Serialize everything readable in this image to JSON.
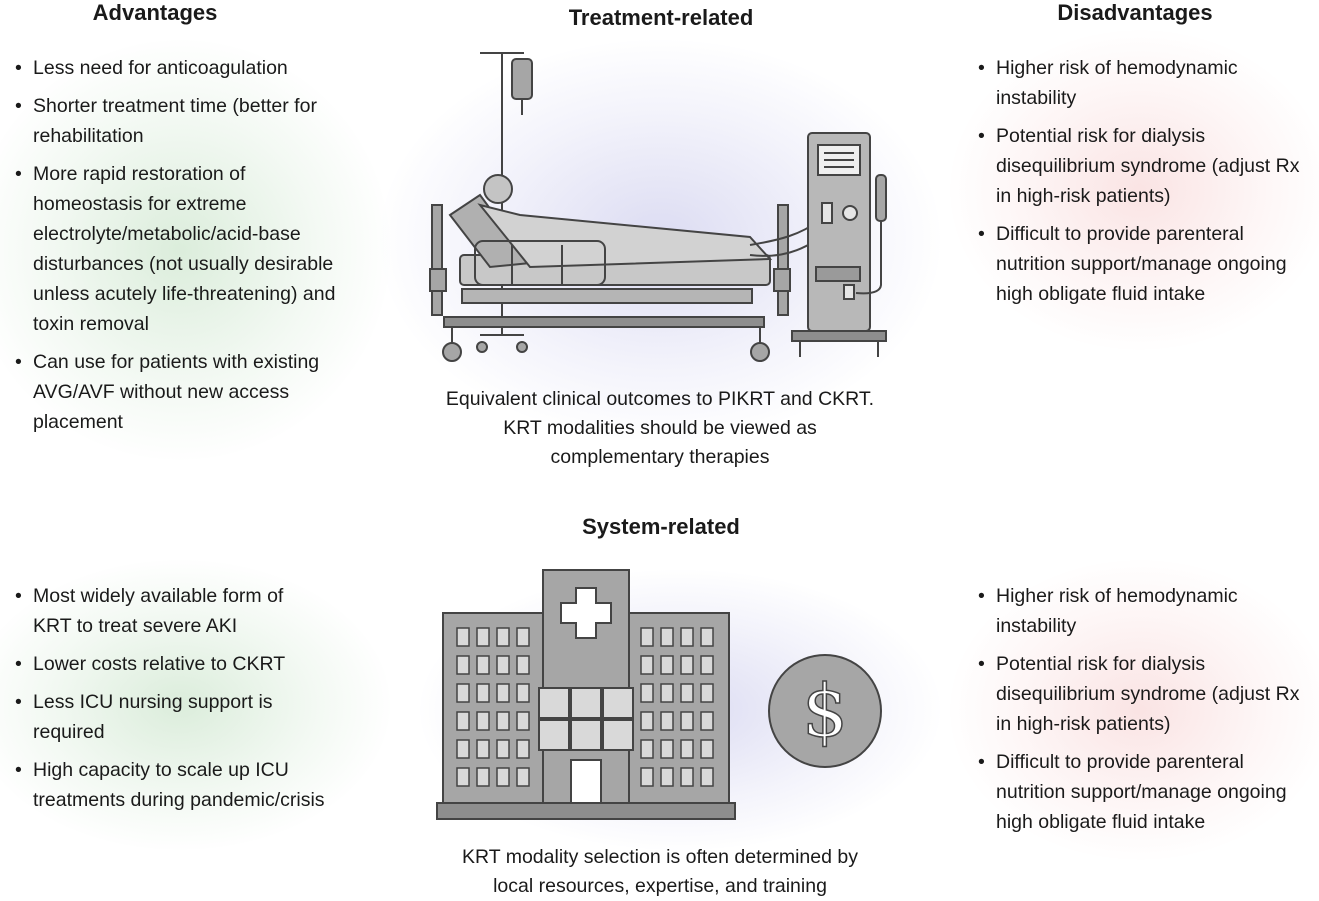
{
  "treatment": {
    "advantages_heading": "Advantages",
    "center_heading": "Treatment-related",
    "disadvantages_heading": "Disadvantages",
    "advantages": [
      "Less need for anticoagulation",
      "Shorter treatment time (better for rehabilitation",
      "More rapid restoration of homeostasis for extreme electrolyte/metabolic/acid-base disturbances (not usually desirable unless acutely life-threatening) and toxin removal",
      "Can use for patients with existing AVG/AVF without new access placement"
    ],
    "disadvantages": [
      "Higher risk of hemodynamic instability",
      "Potential risk for dialysis disequilibrium syndrome (adjust Rx in high-risk patients)",
      "Difficult to provide parenteral nutrition support/manage ongoing high obligate fluid intake"
    ],
    "caption": "Equivalent clinical outcomes to PIKRT and CKRT. KRT modalities should be viewed as complementary therapies"
  },
  "system": {
    "center_heading": "System-related",
    "advantages": [
      "Most widely available form of KRT to treat severe AKI",
      "Lower costs relative to CKRT",
      "Less ICU nursing support is required",
      "High capacity to scale up ICU treatments during pandemic/crisis"
    ],
    "disadvantages": [
      "Higher risk of hemodynamic instability",
      "Potential risk for dialysis disequilibrium syndrome (adjust Rx in high-risk patients)",
      "Difficult to provide parenteral nutrition support/manage ongoing high obligate fluid intake"
    ],
    "caption": "KRT modality selection is often determined by local resources, expertise, and training",
    "currency_symbol": "$"
  },
  "colors": {
    "advantage_glow": "#d7ebd7",
    "disadvantage_glow": "#f8dcdc",
    "center_glow": "#e1e1f5",
    "illustration_fill": "#a6a6a6",
    "illustration_stroke": "#444444"
  },
  "icons": {
    "treatment": "hospital-bed-dialysis-machine-icon",
    "building": "hospital-building-icon",
    "cost": "dollar-coin-icon"
  }
}
